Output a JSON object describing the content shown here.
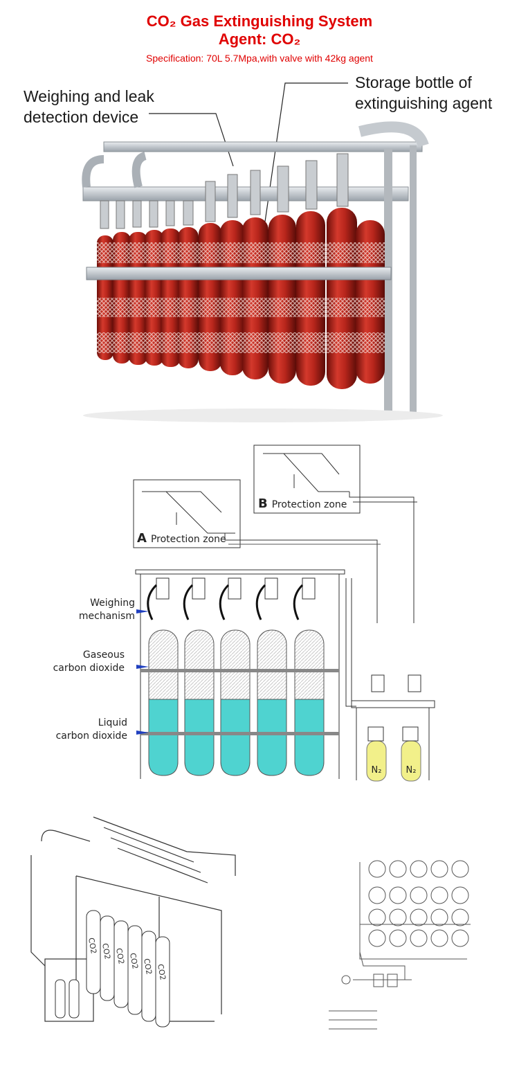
{
  "header": {
    "title": "CO₂ Gas Extinguishing System",
    "agent": "Agent: CO₂",
    "specification": "Specification: 70L 5.7Mpa,with valve with 42kg agent"
  },
  "photo_callouts": {
    "left_line1": "Weighing and leak",
    "left_line2": "detection device",
    "right_line1": "Storage bottle of",
    "right_line2": "extinguishing agent"
  },
  "schematic": {
    "zone_a_letter": "A",
    "zone_a_text": "Protection zone",
    "zone_b_letter": "B",
    "zone_b_text": "Protection zone",
    "weighing_line1": "Weighing",
    "weighing_line2": "mechanism",
    "gaseous_line1": "Gaseous",
    "gaseous_line2": "carbon dioxide",
    "liquid_line1": "Liquid",
    "liquid_line2": "carbon dioxide",
    "n2_label": "N₂",
    "n2_label_2": "N₂"
  },
  "iso_drawing": {
    "cylinder_labels": [
      "CO2",
      "CO2",
      "CO2",
      "CO2",
      "CO2",
      "CO2"
    ]
  },
  "colors": {
    "title_red": "#e00000",
    "cylinder_red": "#b8261c",
    "liquid_cyan": "#4fd3d0",
    "n2_yellow": "#f2f08a",
    "marker_blue": "#1f3fbf"
  }
}
